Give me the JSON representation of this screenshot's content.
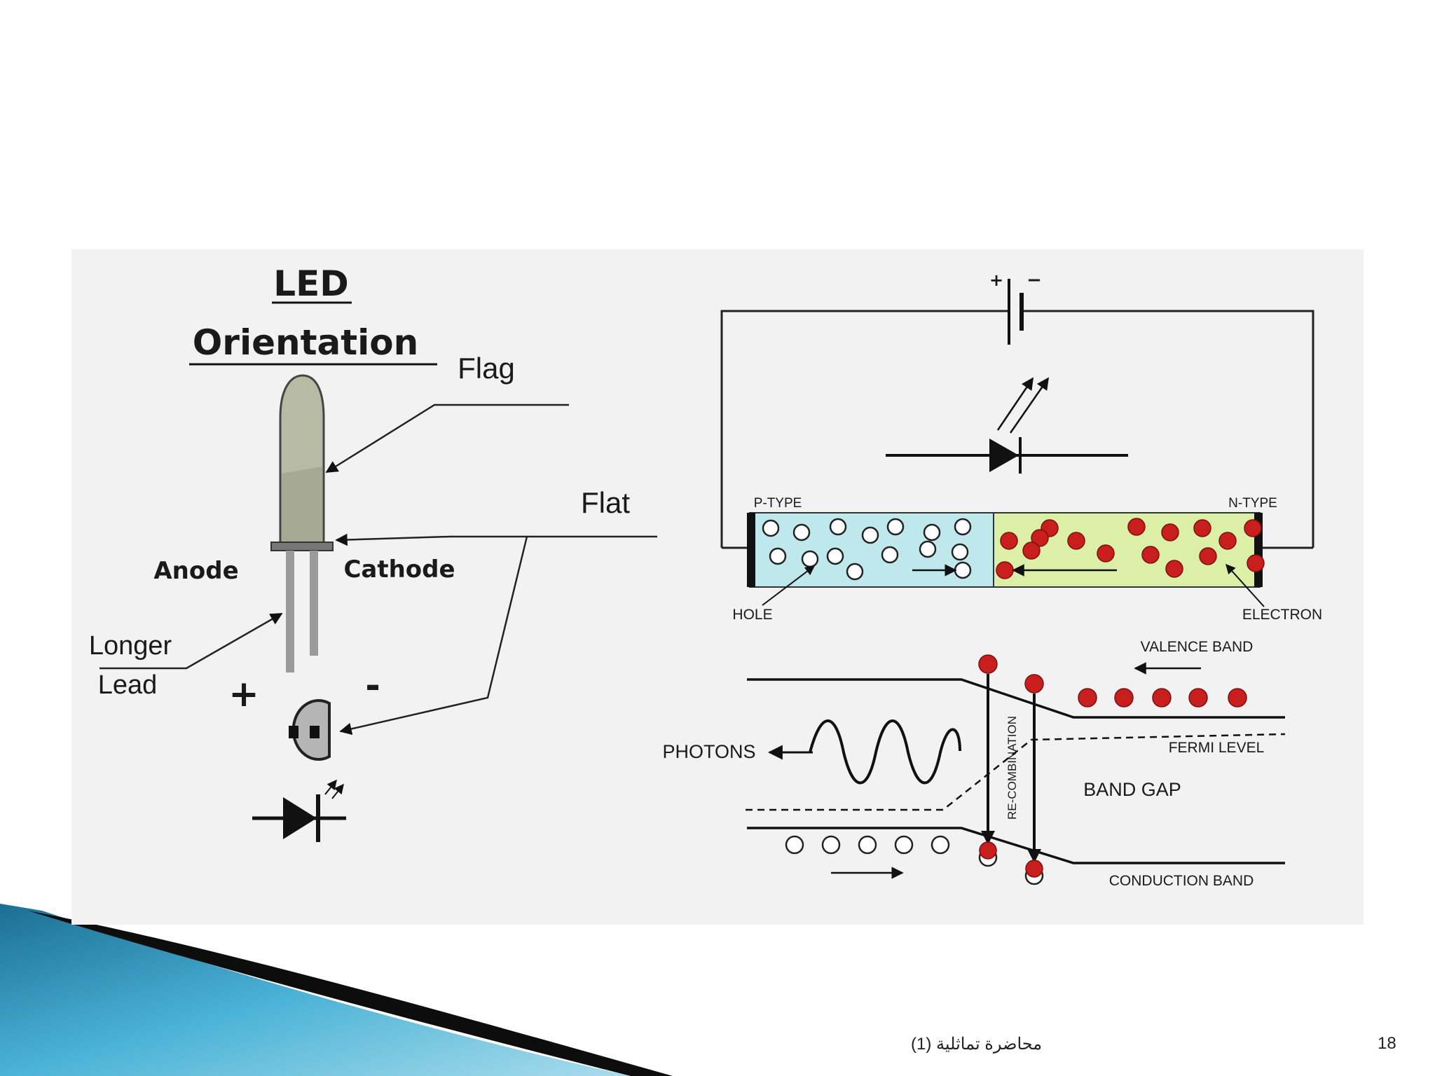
{
  "led_panel": {
    "title_line1": "LED",
    "title_line2": "Orientation",
    "flag_label": "Flag",
    "flat_label": "Flat",
    "anode_label": "Anode",
    "cathode_label": "Cathode",
    "longer_lead_line1": "Longer",
    "longer_lead_line2": "Lead",
    "plus_sign": "+",
    "minus_sign": "-"
  },
  "circuit_panel": {
    "battery_plus": "+",
    "battery_minus": "−",
    "p_type_label": "P-TYPE",
    "n_type_label": "N-TYPE",
    "hole_label": "HOLE",
    "electron_label": "ELECTRON"
  },
  "band_panel": {
    "valence_band_label": "VALENCE BAND",
    "fermi_level_label": "FERMI LEVEL",
    "band_gap_label": "BAND GAP",
    "conduction_band_label": "CONDUCTION BAND",
    "photons_label": "PHOTONS",
    "recombination_label": "RE-COMBINATION"
  },
  "colors": {
    "p_region": "#bfe8ec",
    "n_region": "#dcefa6",
    "electron": "#c81e1e",
    "slide_accent": "#2e8fb8"
  },
  "footer": {
    "title": "محاضرة تماثلية (1)",
    "page_number": "18"
  }
}
